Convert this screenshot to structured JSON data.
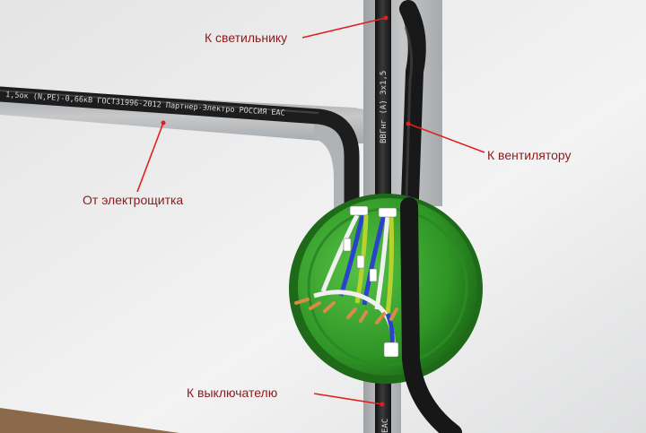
{
  "annotations": {
    "to_lamp": "К светильнику",
    "from_panel": "От электрощитка",
    "to_fan": "К вентилятору",
    "to_switch": "К выключателю"
  },
  "cable_prints": {
    "horizontal": "1,5ок (N,PE)-0,66кВ ГОСТ31996-2012 Партнер-Электро РОССИЯ ЕАС",
    "vertical_top": "ВВГнг (А) 3x1,5",
    "vertical_bottom": "ЕАС"
  },
  "colors": {
    "wall": "#e9e9ea",
    "groove": "#b9bbbd",
    "cable": "#222222",
    "box": "#3aa02e",
    "box_dark": "#1f6a19",
    "annotation": "#e02020",
    "annotation_text": "#8b1a1a",
    "wire_blue": "#2a43c8",
    "wire_yellow_green": "#b6d230",
    "wire_white": "#f0f0f0",
    "copper": "#d78b46"
  }
}
